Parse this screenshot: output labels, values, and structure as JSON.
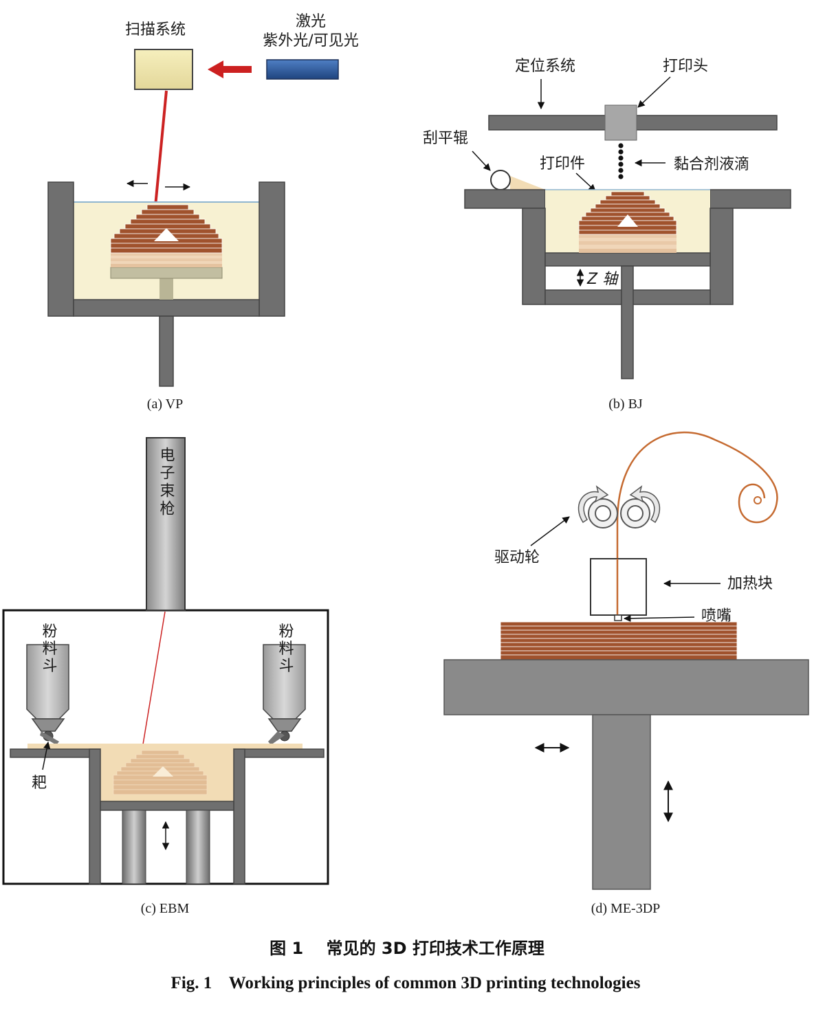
{
  "panel_a": {
    "scan_label": "扫描系统",
    "laser_label_1": "激光",
    "laser_label_2": "紫外光/可见光",
    "caption": "(a) VP"
  },
  "panel_b": {
    "positioning_label": "定位系统",
    "printhead_label": "打印头",
    "roller_label": "刮平辊",
    "part_label": "打印件",
    "droplet_label": "黏合剂液滴",
    "z_axis_label": "Z 轴",
    "caption": "(b) BJ"
  },
  "panel_c": {
    "gun_label": "电子束枪",
    "hopper_left_label": "粉料斗",
    "hopper_right_label": "粉料斗",
    "rake_label": "耙",
    "caption": "(c) EBM"
  },
  "panel_d": {
    "drive_label": "驱动轮",
    "heater_label": "加热块",
    "nozzle_label": "喷嘴",
    "caption": "(d) ME-3DP"
  },
  "figure": {
    "title_cn": "图 1    常见的 3D 打印技术工作原理",
    "title_en": "Fig. 1    Working principles of common 3D printing technologies"
  },
  "colors": {
    "wall_gray": "#6f6f6f",
    "resin": "#f7f1d2",
    "layer_brown": "#a0522d",
    "laser_red": "#cc2222",
    "laser_box": "#2c5aa0",
    "powder": "#f2dcb5",
    "filament": "#c56a30"
  }
}
